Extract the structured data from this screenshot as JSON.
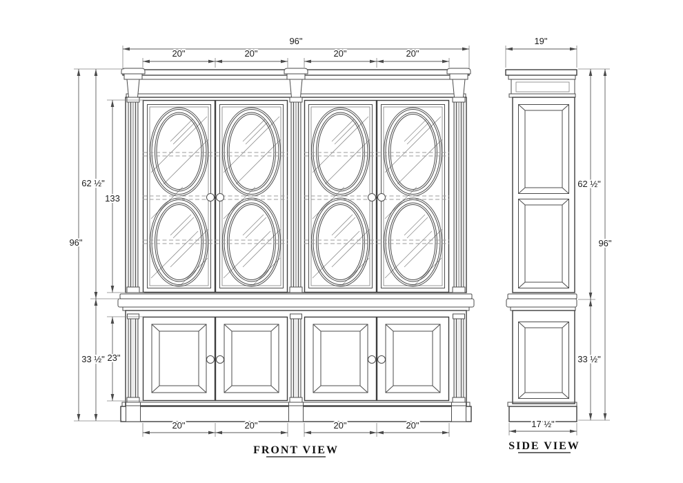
{
  "front_view": {
    "title": "FRONT VIEW",
    "dims": {
      "overall_width": "96\"",
      "overall_height": "96\"",
      "upper_section_height": "62 ½\"",
      "upper_opening_height": "133",
      "lower_section_height": "33 ½\"",
      "lower_door_height": "23\"",
      "top_door_widths": [
        "20\"",
        "20\"",
        "20\"",
        "20\""
      ],
      "bottom_door_widths": [
        "20\"",
        "20\"",
        "20\"",
        "20\""
      ]
    }
  },
  "side_view": {
    "title": "SIDE VIEW",
    "dims": {
      "top_depth": "19\"",
      "upper_section_height": "62 ½\"",
      "overall_height": "96\"",
      "lower_section_height": "33 ½\"",
      "bottom_depth": "17 ½\""
    }
  }
}
